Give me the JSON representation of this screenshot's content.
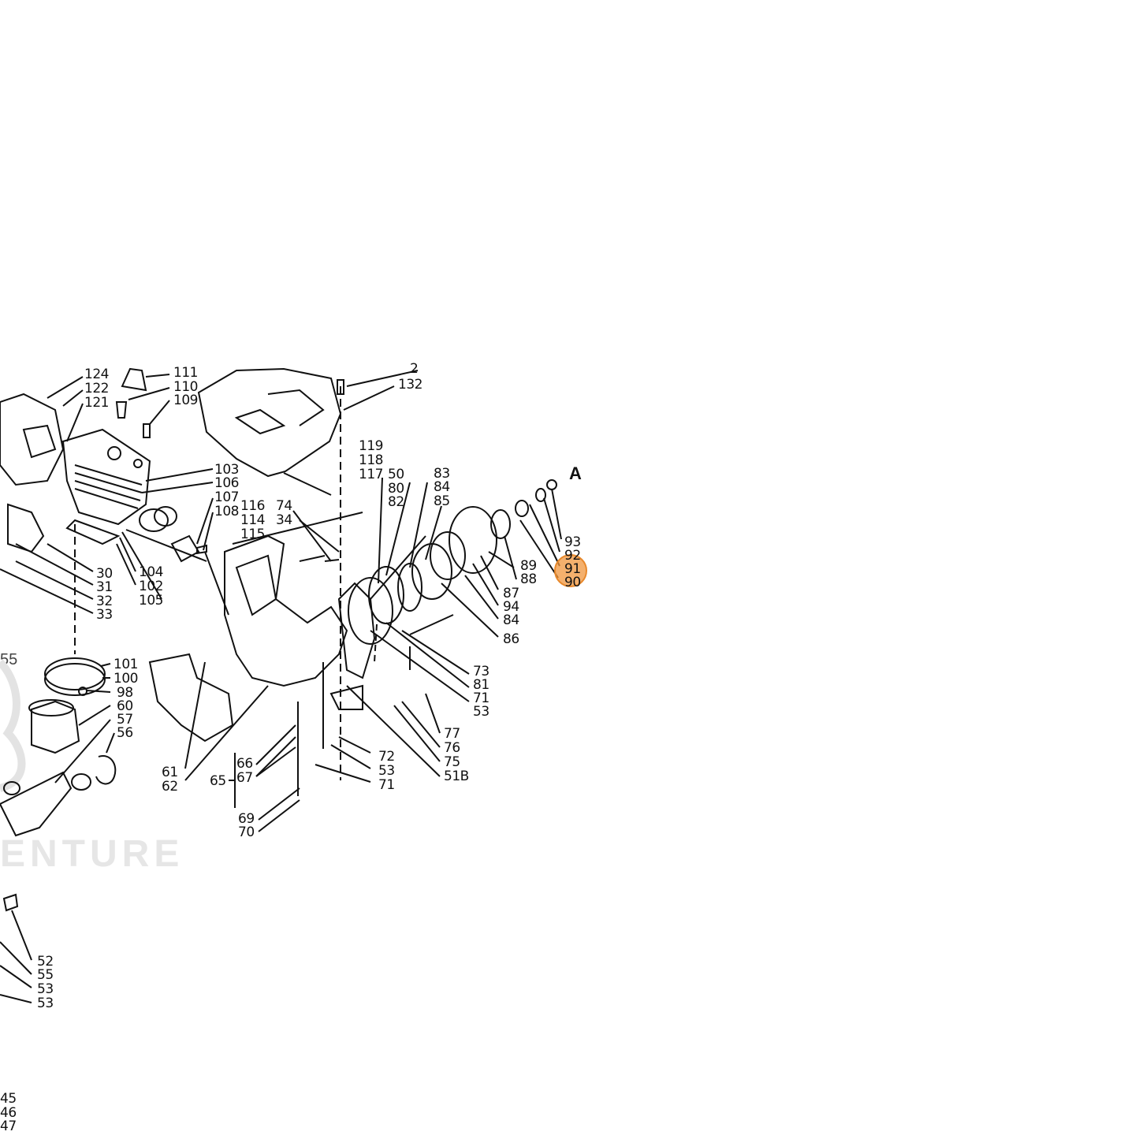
{
  "watermark": {
    "text": "ENTURE",
    "number": "55"
  },
  "highlight": {
    "part": "91",
    "color": "#f0963c"
  },
  "section_marker": "A",
  "labels": {
    "p124": "124",
    "p122": "122",
    "p121": "121",
    "p111": "111",
    "p110": "110",
    "p109": "109",
    "p2": "2",
    "p132": "132",
    "p119": "119",
    "p118": "118",
    "p117": "117",
    "p50": "50",
    "p83": "83",
    "p80": "80",
    "p84a": "84",
    "p82": "82",
    "p85": "85",
    "p93": "93",
    "p92": "92",
    "p91": "91",
    "p90": "90",
    "p89": "89",
    "p88": "88",
    "p87": "87",
    "p94": "94",
    "p84b": "84",
    "p86": "86",
    "p103": "103",
    "p106": "106",
    "p107": "107",
    "p108": "108",
    "p116": "116",
    "p114": "114",
    "p115": "115",
    "p74": "74",
    "p34": "34",
    "p30": "30",
    "p31": "31",
    "p32": "32",
    "p33": "33",
    "p104": "104",
    "p102": "102",
    "p105": "105",
    "p101": "101",
    "p100": "100",
    "p98": "98",
    "p60": "60",
    "p57": "57",
    "p56": "56",
    "p73": "73",
    "p81": "81",
    "p71a": "71",
    "p53a": "53",
    "p77": "77",
    "p76": "76",
    "p75": "75",
    "p51b": "51B",
    "p72": "72",
    "p53b": "53",
    "p71b": "71",
    "p66": "66",
    "p67": "67",
    "p65": "65",
    "p69": "69",
    "p70": "70",
    "p61": "61",
    "p62": "62",
    "p52": "52",
    "p55": "55",
    "p53c": "53",
    "p53d": "53",
    "p45": "45",
    "p46": "46",
    "p47": "47"
  }
}
